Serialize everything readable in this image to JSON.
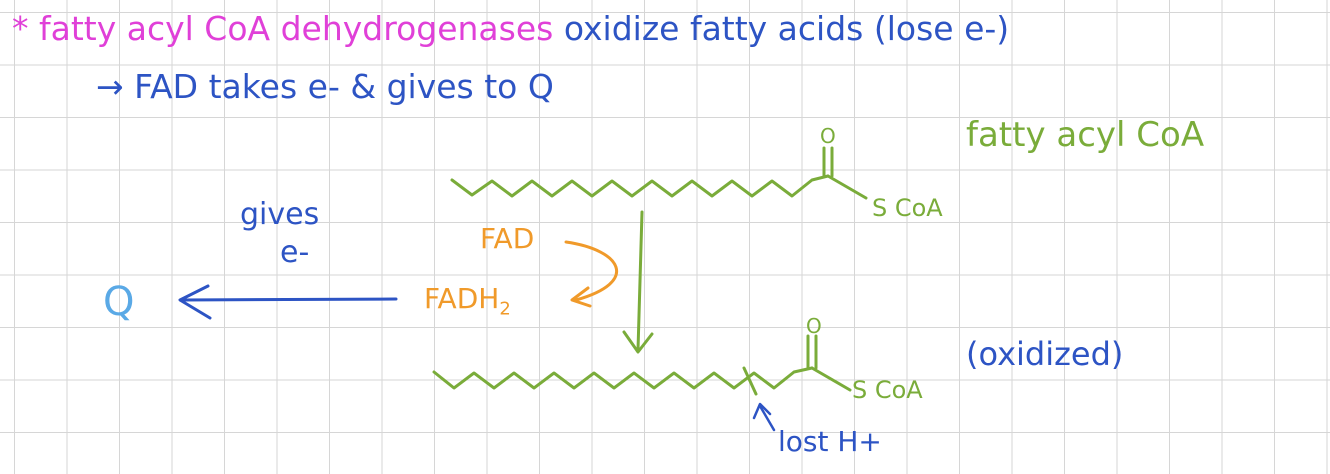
{
  "notes": {
    "star": "*",
    "line1_pink": "fatty acyl CoA dehydrogenases",
    "line1_blue": "oxidize fatty acids (lose e-)",
    "line2": "→ FAD takes e- & gives to Q"
  },
  "diagram": {
    "fatty_acyl_coa": "fatty acyl CoA",
    "oxidized": "(oxidized)",
    "gives": "gives",
    "e_minus": "e-",
    "fad": "FAD",
    "fadh": "FADH",
    "fadh_subscript": "2",
    "q": "Q",
    "scoa_top": "S CoA",
    "scoa_bottom": "S CoA",
    "o_top": "O",
    "o_bottom": "O",
    "lost_h": "lost H+"
  },
  "colors": {
    "pink": "#e040d8",
    "blue": "#2d54c4",
    "green": "#7aac3a",
    "orange": "#f09a2a",
    "light_blue": "#5aa9e6",
    "grid": "#d6d6d6"
  }
}
